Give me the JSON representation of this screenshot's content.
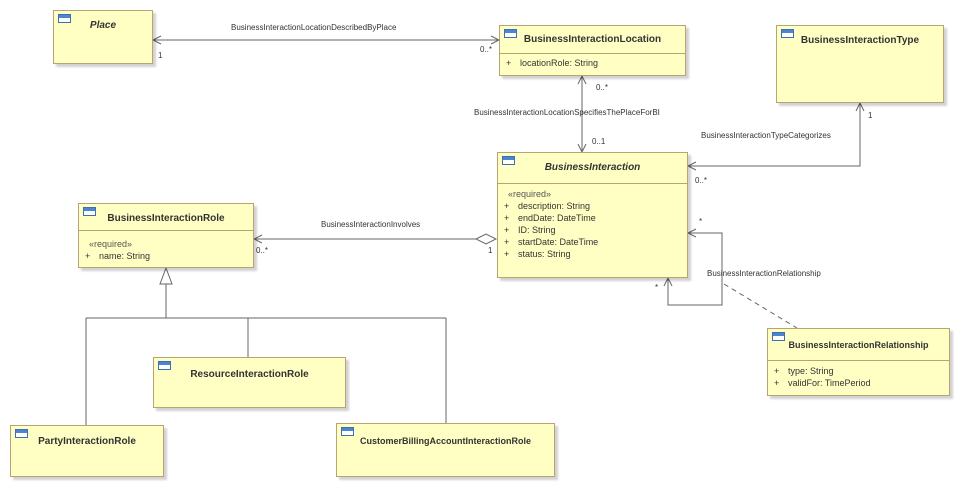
{
  "classes": {
    "place": {
      "name": "Place"
    },
    "bil": {
      "name": "BusinessInteractionLocation",
      "attributes": [
        {
          "vis": "+",
          "text": "locationRole: String"
        }
      ]
    },
    "bit": {
      "name": "BusinessInteractionType"
    },
    "bi": {
      "name": "BusinessInteraction",
      "stereotype": "«required»",
      "attributes": [
        {
          "vis": "+",
          "text": "description: String"
        },
        {
          "vis": "+",
          "text": "endDate: DateTime"
        },
        {
          "vis": "+",
          "text": "ID: String"
        },
        {
          "vis": "+",
          "text": "startDate: DateTime"
        },
        {
          "vis": "+",
          "text": "status: String"
        }
      ]
    },
    "bir": {
      "name": "BusinessInteractionRole",
      "stereotype": "«required»",
      "attributes": [
        {
          "vis": "+",
          "text": "name: String"
        }
      ]
    },
    "rir": {
      "name": "ResourceInteractionRole"
    },
    "pir": {
      "name": "PartyInteractionRole"
    },
    "cbair": {
      "name": "CustomerBillingAccountInteractionRole"
    },
    "birel": {
      "name": "BusinessInteractionRelationship",
      "attributes": [
        {
          "vis": "+",
          "text": "type: String"
        },
        {
          "vis": "+",
          "text": "validFor: TimePeriod"
        }
      ]
    }
  },
  "associations": {
    "described_by": {
      "name": "BusinessInteractionLocationDescribedByPlace",
      "mult_a": "1",
      "mult_b": "0..*"
    },
    "specifies": {
      "name": "BusinessInteractionLocationSpecifiesThePlaceForBI",
      "mult_a": "0..*",
      "mult_b": "0..1"
    },
    "type_categorizes": {
      "name": "BusinessInteractionTypeCategorizes",
      "mult_a": "1",
      "mult_b": "0..*"
    },
    "involves": {
      "name": "BusinessInteractionInvolves",
      "mult_a": "0..*",
      "mult_b": "1"
    },
    "relationship": {
      "name": "BusinessInteractionRelationship",
      "mult_a": "*",
      "mult_b": "*"
    }
  }
}
